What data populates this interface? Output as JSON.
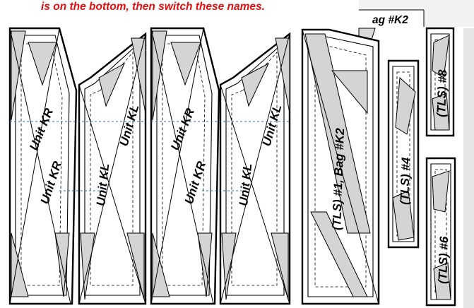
{
  "instruction_fragment": "is on the bottom, then switch these names.",
  "bag_fragment": "ag #K2",
  "pieces": {
    "kr_1_top": "Unit KR",
    "kr_1_bottom": "Unit KR",
    "kl_1_top": "Unit KL",
    "kl_1_bottom": "Unit KL",
    "kr_2_top": "Unit KR",
    "kr_2_bottom": "Unit KR",
    "kl_2_top": "Unit KL",
    "kl_2_bottom": "Unit KL",
    "tls_1": "(TLS) #1, Bag #K2",
    "tls_4": "(TLS) #4",
    "tls_8": "(TLS) #8",
    "tls_6": "(TLS) #6"
  },
  "colors": {
    "instruction_red": "#e01010",
    "fill_gray": "#d4d4d4",
    "fold_blue": "#2b6cb0"
  }
}
